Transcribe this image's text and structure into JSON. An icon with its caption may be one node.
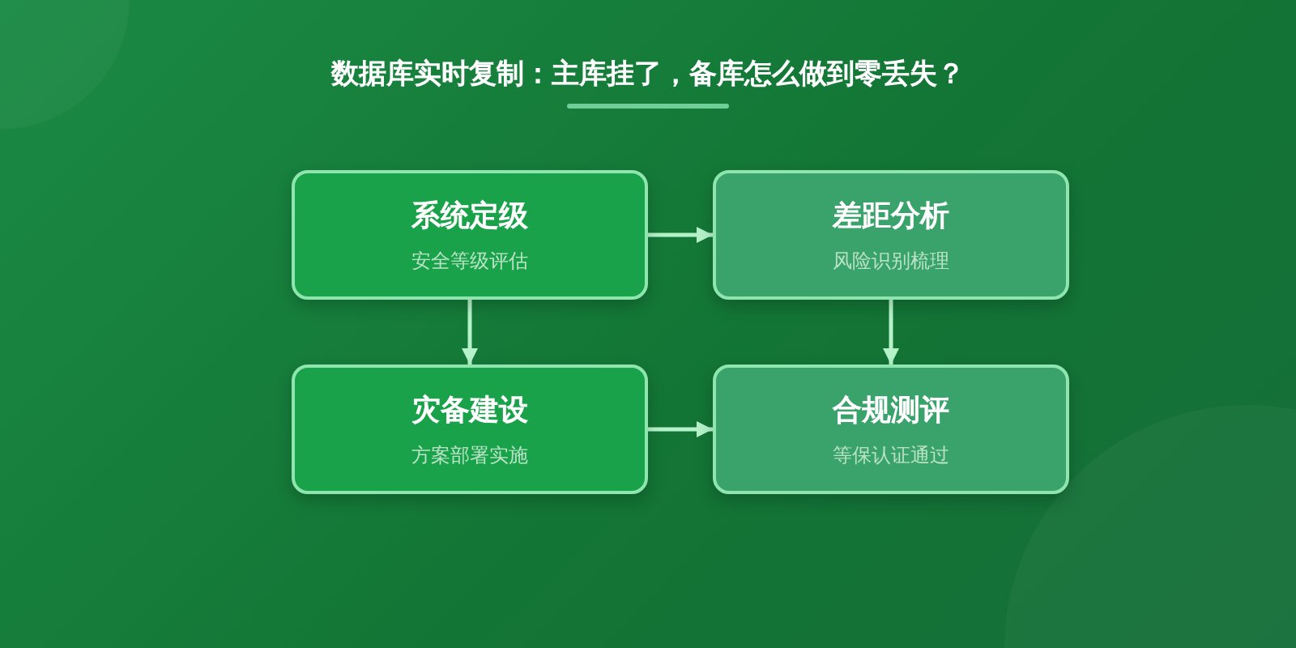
{
  "diagram": {
    "title": "数据库实时复制：主库挂了，备库怎么做到零丢失？",
    "nodes": [
      {
        "text": [
          "系统定级",
          "安全等级评估"
        ]
      },
      {
        "text": [
          "差距分析",
          "风险识别梳理"
        ]
      },
      {
        "text": [
          "灾备建设",
          "方案部署实施"
        ]
      },
      {
        "text": [
          "合规测评",
          "等保认证通过"
        ]
      }
    ],
    "edges": [
      {
        "from": 0,
        "to": 1,
        "arrow": "to"
      },
      {
        "from": 0,
        "to": 2,
        "arrow": "to"
      },
      {
        "from": 1,
        "to": 3,
        "arrow": "to"
      },
      {
        "from": 2,
        "to": 3,
        "arrow": "to"
      }
    ]
  }
}
